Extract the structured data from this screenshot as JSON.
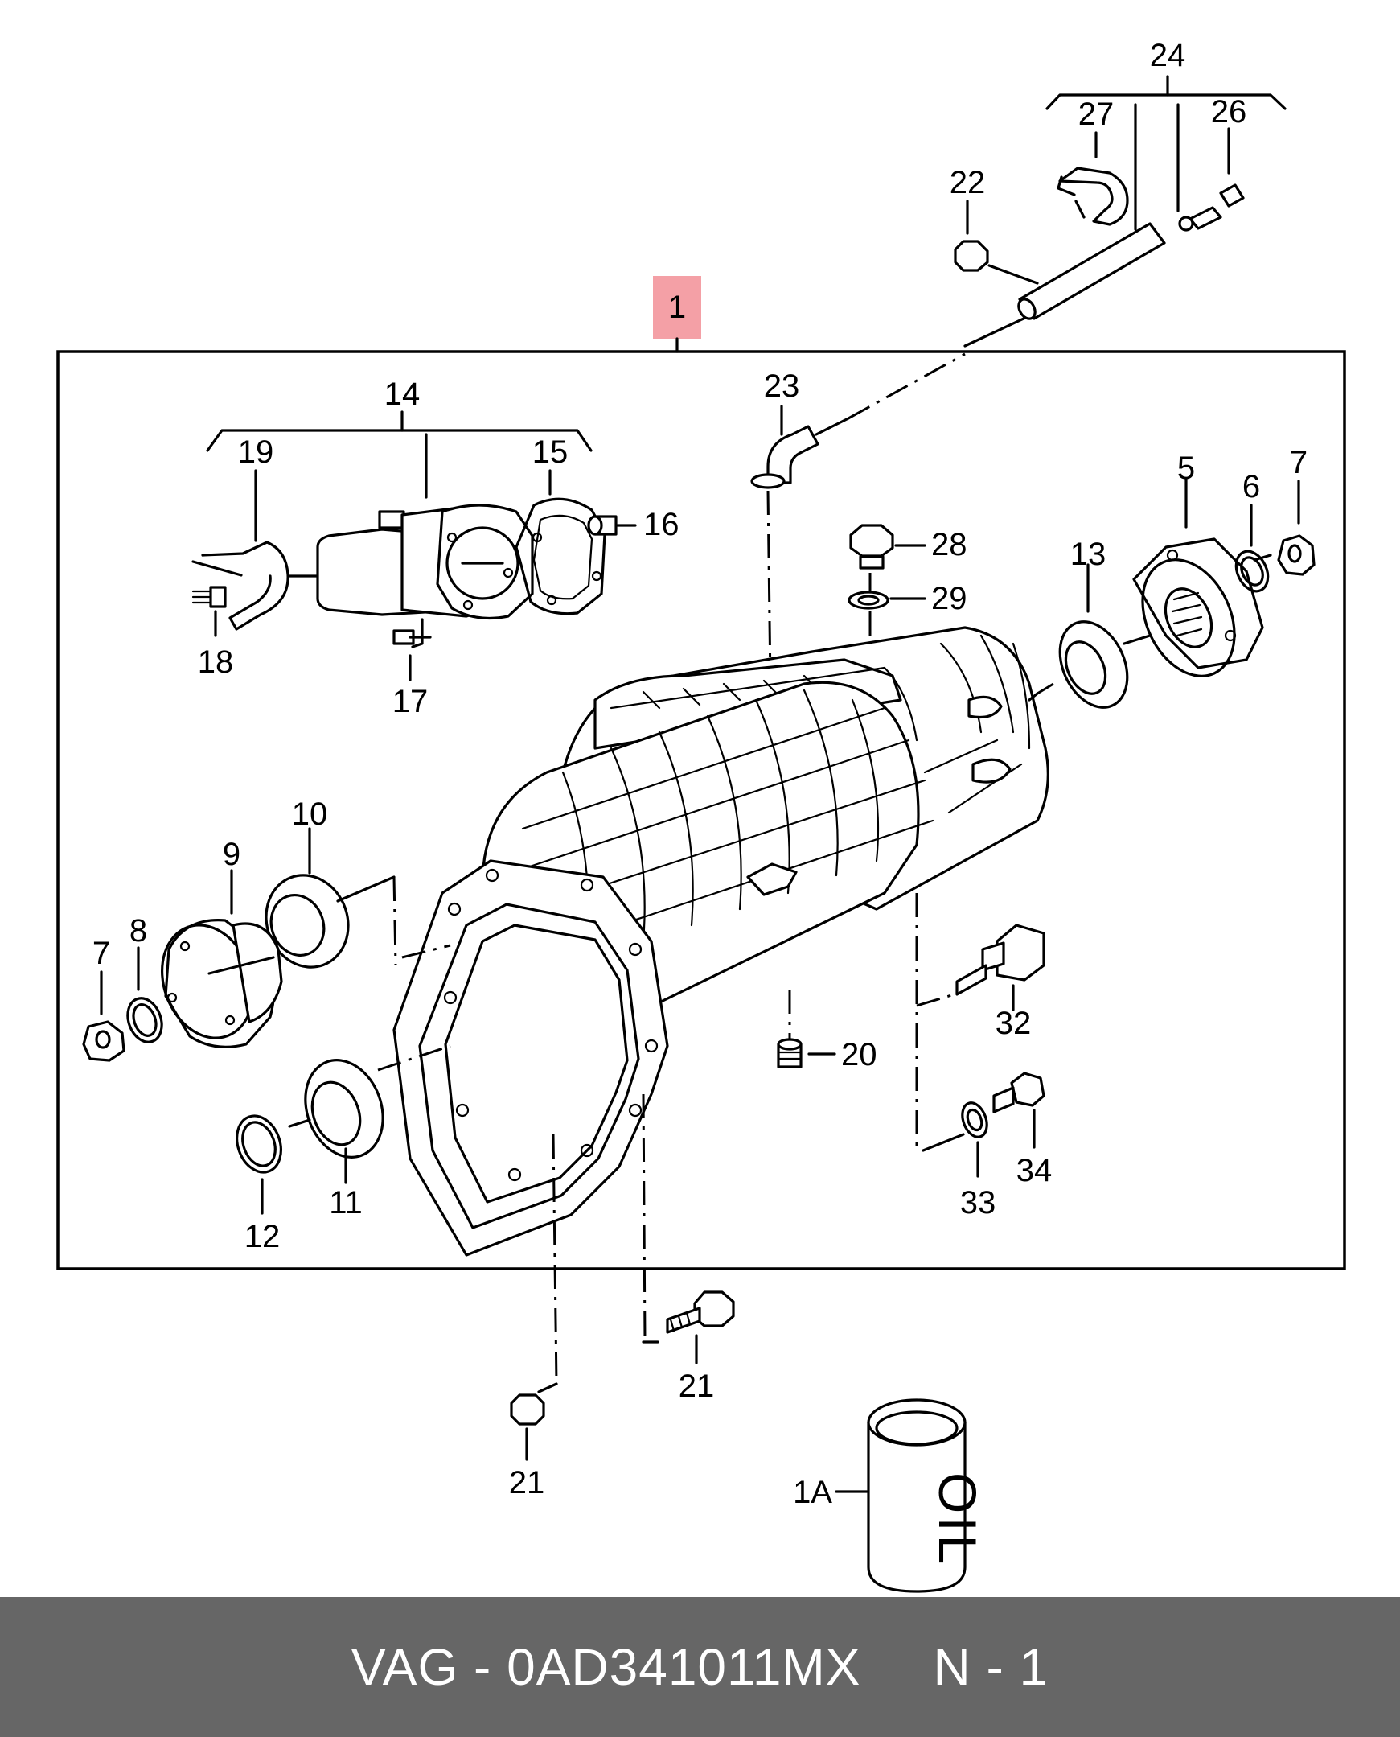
{
  "colors": {
    "footer_background": "#666666",
    "footer_text": "#ffffff",
    "highlight": "#f4a0a6",
    "line": "#000000"
  },
  "callouts": {
    "c1": "1",
    "c1A": "1A",
    "c5": "5",
    "c6": "6",
    "c7a": "7",
    "c7b": "7",
    "c8": "8",
    "c9": "9",
    "c10": "10",
    "c11": "11",
    "c12": "12",
    "c13": "13",
    "c14": "14",
    "c15": "15",
    "c16": "16",
    "c17": "17",
    "c18": "18",
    "c19": "19",
    "c20": "20",
    "c21a": "21",
    "c21b": "21",
    "c22": "22",
    "c23": "23",
    "c24": "24",
    "c26": "26",
    "c27": "27",
    "c28": "28",
    "c29": "29",
    "c32": "32",
    "c33": "33",
    "c34": "34"
  },
  "oil_can_text": "OIL",
  "footer": {
    "brand_part": "VAG - 0AD341011MX",
    "page": "N - 1"
  }
}
